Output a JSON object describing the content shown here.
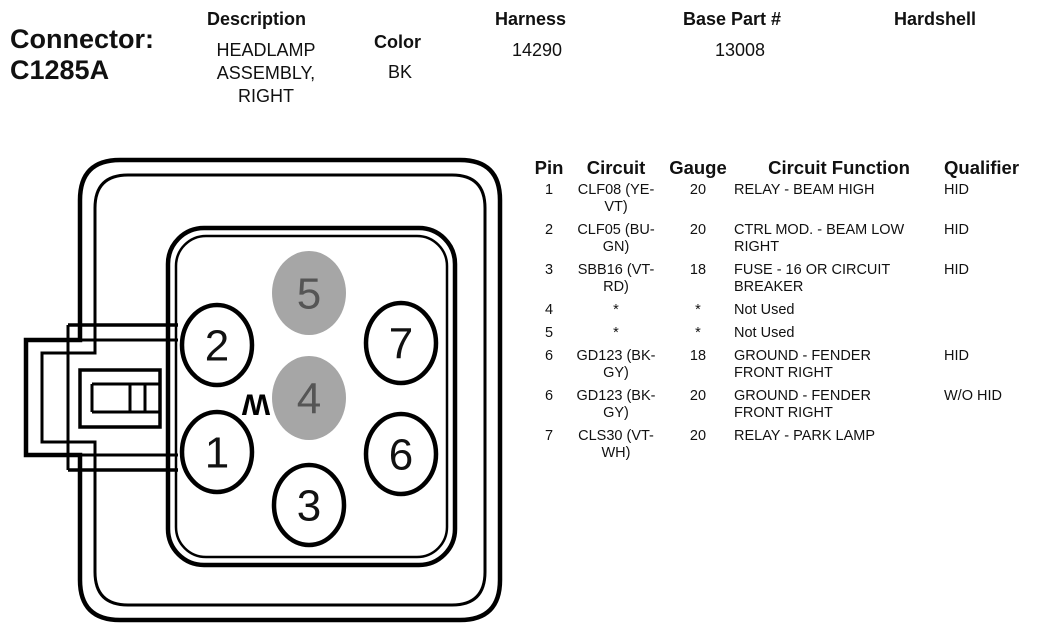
{
  "connector": {
    "label": "Connector:",
    "id": "C1285A"
  },
  "header": {
    "description_label": "Description",
    "description_value": [
      "HEADLAMP",
      "ASSEMBLY,",
      "RIGHT"
    ],
    "color_label": "Color",
    "color_value": "BK",
    "harness_label": "Harness",
    "harness_value": "14290",
    "base_part_label": "Base Part #",
    "base_part_value": "13008",
    "hardshell_label": "Hardshell"
  },
  "table": {
    "columns": [
      "Pin",
      "Circuit",
      "Gauge",
      "Circuit Function",
      "Qualifier"
    ],
    "rows": [
      {
        "pin": "1",
        "circuit": [
          "CLF08 (YE-",
          "VT)"
        ],
        "gauge": "20",
        "function": [
          "RELAY - BEAM HIGH"
        ],
        "qualifier": "HID"
      },
      {
        "pin": "2",
        "circuit": [
          "CLF05 (BU-",
          "GN)"
        ],
        "gauge": "20",
        "function": [
          "CTRL MOD. - BEAM LOW",
          "RIGHT"
        ],
        "qualifier": "HID"
      },
      {
        "pin": "3",
        "circuit": [
          "SBB16 (VT-",
          "RD)"
        ],
        "gauge": "18",
        "function": [
          "FUSE - 16 OR CIRCUIT",
          "BREAKER"
        ],
        "qualifier": "HID"
      },
      {
        "pin": "4",
        "circuit": [
          "*"
        ],
        "gauge": "*",
        "function": [
          "Not Used"
        ],
        "qualifier": ""
      },
      {
        "pin": "5",
        "circuit": [
          "*"
        ],
        "gauge": "*",
        "function": [
          "Not Used"
        ],
        "qualifier": ""
      },
      {
        "pin": "6",
        "circuit": [
          "GD123 (BK-",
          "GY)"
        ],
        "gauge": "18",
        "function": [
          "GROUND - FENDER",
          "FRONT RIGHT"
        ],
        "qualifier": "HID"
      },
      {
        "pin": "6",
        "circuit": [
          "GD123 (BK-",
          "GY)"
        ],
        "gauge": "20",
        "function": [
          "GROUND - FENDER",
          "FRONT RIGHT"
        ],
        "qualifier": "W/O HID"
      },
      {
        "pin": "7",
        "circuit": [
          "CLS30 (VT-",
          "WH)"
        ],
        "gauge": "20",
        "function": [
          "RELAY - PARK LAMP"
        ],
        "qualifier": ""
      }
    ]
  },
  "diagram": {
    "pins": [
      {
        "label": "5",
        "state": "unused"
      },
      {
        "label": "2",
        "state": "used"
      },
      {
        "label": "7",
        "state": "used"
      },
      {
        "label": "4",
        "state": "unused"
      },
      {
        "label": "1",
        "state": "used"
      },
      {
        "label": "6",
        "state": "used"
      },
      {
        "label": "3",
        "state": "used"
      }
    ],
    "key_mark": "W",
    "colors": {
      "used": "#ffffff",
      "unused": "#a6a6a6",
      "outline": "#000000"
    }
  }
}
